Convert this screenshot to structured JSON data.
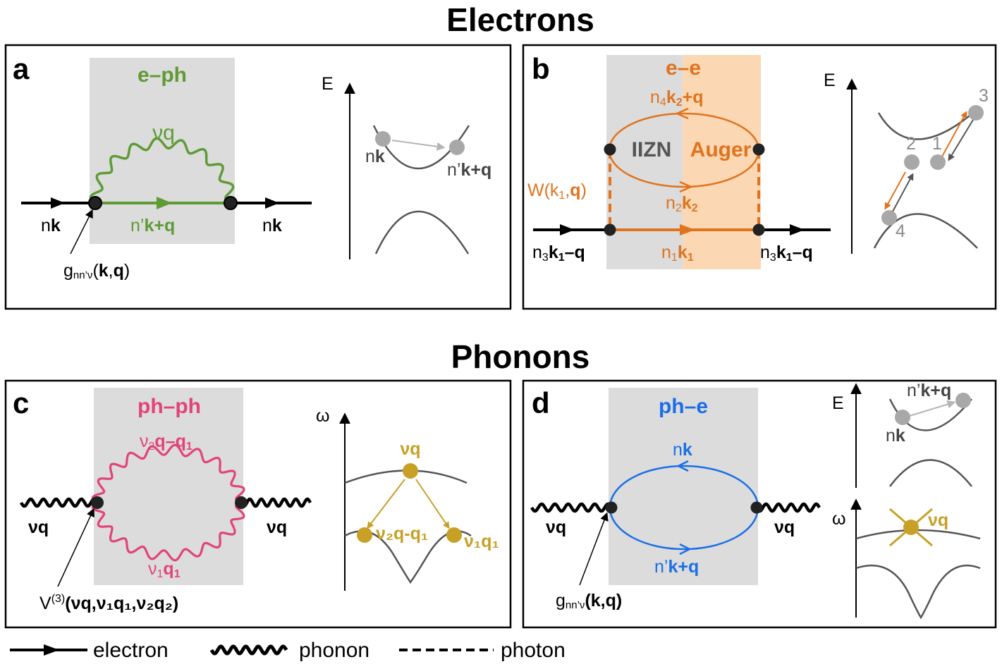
{
  "titles": {
    "electrons": "Electrons",
    "phonons": "Phonons"
  },
  "colors": {
    "eph": "#5f9b35",
    "ee": "#e0731e",
    "phph": "#e1447a",
    "phe": "#1b6fe6",
    "phonon_dot": "#c8a025",
    "box_grey": "#dcdcdc",
    "box_orange": "#fbd8b3",
    "band_line": "#555555",
    "state_dot": "#a8a8a8"
  },
  "panel_a": {
    "letter": "a",
    "title": "e–ph",
    "phonon_label": "νq",
    "internal_label_pre": "n’",
    "internal_label_bold": "k+q",
    "in_label_pre": "n",
    "in_label_bold": "k",
    "out_label_pre": "n",
    "out_label_bold": "k",
    "vertex_pre": "g",
    "vertex_sub": "nn’ν",
    "vertex_open": "(",
    "vertex_k": "k",
    "vertex_comma": ",",
    "vertex_q": "q",
    "vertex_close": ")",
    "axis": "E",
    "state1_pre": "n",
    "state1_bold": "k",
    "state2_pre": "n’",
    "state2_bold": "k+q"
  },
  "panel_b": {
    "letter": "b",
    "title": "e–e",
    "left_region": "IIZN",
    "right_region": "Auger",
    "top_label_pre": "n",
    "top_label_sub": "4",
    "top_label_bold": "k",
    "top_label_bold_sub": "2",
    "top_label_tail": "+q",
    "mid_label_pre": "n",
    "mid_label_sub": "2",
    "mid_label_bold": "k",
    "mid_label_bold_sub": "2",
    "line_label_pre": "n",
    "line_label_sub": "1",
    "line_label_bold": "k",
    "line_label_bold_sub": "1",
    "left_ext_pre": "n",
    "left_ext_sub": "3",
    "left_ext_bold": "k",
    "left_ext_bold_sub": "1",
    "left_ext_tail": "–q",
    "right_ext_pre": "n",
    "right_ext_sub": "3",
    "right_ext_bold": "k",
    "right_ext_bold_sub": "1",
    "right_ext_tail": "–q",
    "w_pre": "W(k",
    "w_sub": "1",
    "w_comma": ",",
    "w_bold": "q",
    "w_close": ")",
    "axis": "E",
    "states": [
      "1",
      "2",
      "3",
      "4"
    ]
  },
  "panel_c": {
    "letter": "c",
    "title": "ph–ph",
    "top_label_pre": "ν",
    "top_label_sub": "2",
    "top_label_bold": "q–q",
    "top_label_bold_sub": "1",
    "bottom_label_pre": "ν",
    "bottom_label_sub": "1",
    "bottom_label_bold": "q",
    "bottom_label_bold_sub": "1",
    "in_label": "νq",
    "out_label": "νq",
    "vertex_label_v": "V",
    "vertex_label_sup": "(3)",
    "vertex_label_args": "(νq,ν₁q₁,ν₂q₂)",
    "axis": "ω",
    "dot_top": "νq",
    "dot_left": "ν₂q-q₁",
    "dot_right": "ν₁q₁"
  },
  "panel_d": {
    "letter": "d",
    "title": "ph–e",
    "top_label_pre": "n",
    "top_label_bold": "k",
    "bottom_label_pre": "n’",
    "bottom_label_bold": "k+q",
    "in_label": "νq",
    "out_label": "νq",
    "vertex_pre": "g",
    "vertex_sub": "nn’ν",
    "vertex_args": "(k,q)",
    "axis_e": "E",
    "axis_w": "ω",
    "state1_pre": "n",
    "state1_bold": "k",
    "state2_pre": "n’",
    "state2_bold": "k+q",
    "phonon_dot": "νq"
  },
  "legend": {
    "electron": "electron",
    "phonon": "phonon",
    "photon": "photon"
  }
}
